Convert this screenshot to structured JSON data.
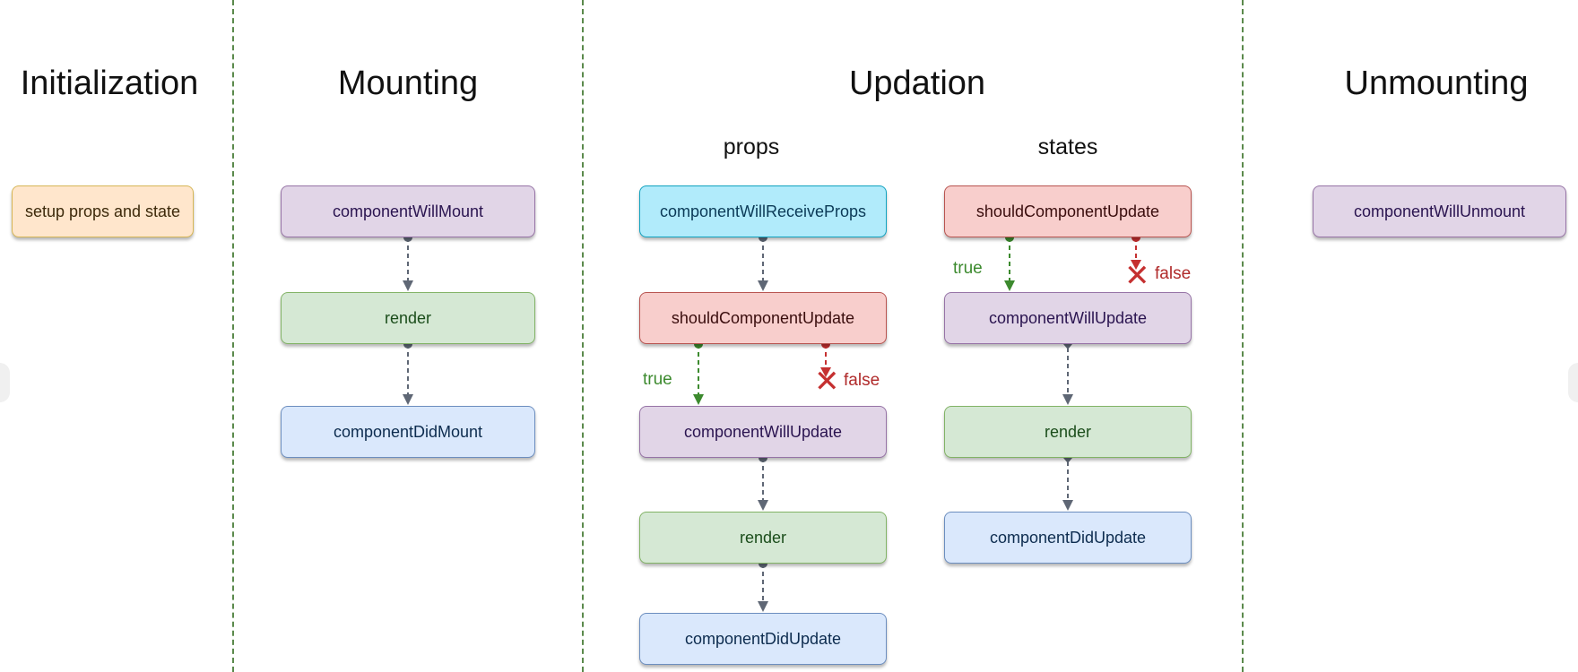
{
  "columns": {
    "initialization": "Initialization",
    "mounting": "Mounting",
    "updation": "Updation",
    "unmounting": "Unmounting"
  },
  "updation_sub": {
    "props": "props",
    "states": "states"
  },
  "nodes": {
    "setup": "setup props and state",
    "will_mount": "componentWillMount",
    "mount_render": "render",
    "did_mount": "componentDidMount",
    "props_will_receive": "componentWillReceiveProps",
    "props_should_update": "shouldComponentUpdate",
    "props_will_update": "componentWillUpdate",
    "props_render": "render",
    "props_did_update": "componentDidUpdate",
    "states_should_update": "shouldComponentUpdate",
    "states_will_update": "componentWillUpdate",
    "states_render": "render",
    "states_did_update": "componentDidUpdate",
    "will_unmount": "componentWillUnmount"
  },
  "labels": {
    "props_true": "true",
    "props_false": "false",
    "states_true": "true",
    "states_false": "false"
  },
  "colors": {
    "divider": "#5b8a4c",
    "arrow": "#5f6775",
    "true": "#3c8a2e",
    "false": "#c53030"
  }
}
